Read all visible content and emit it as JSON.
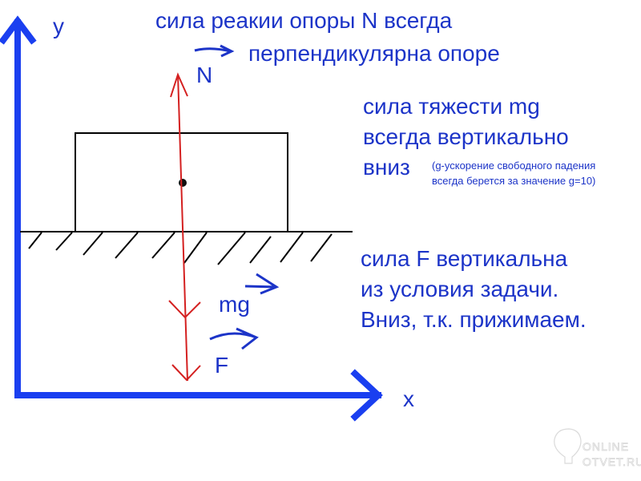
{
  "axes": {
    "y_label": "y",
    "x_label": "x"
  },
  "labels": {
    "N": "N",
    "mg": "mg",
    "F": "F"
  },
  "notes": {
    "normal_line1": "сила реакии опоры N всегда",
    "normal_line2": "перпендикулярна опоре",
    "gravity_line1": "сила тяжести mg",
    "gravity_line2": "всегда вертикально",
    "gravity_line3": "вниз",
    "gravity_note1": "(g-ускорение свободного падения",
    "gravity_note2": "всегда берется за значение g=10)",
    "force_line1": "сила F вертикальна",
    "force_line2": "из условия задачи.",
    "force_line3": "Вниз, т.к. прижимаем."
  },
  "watermark": {
    "line1": "ONLINE",
    "line2": "OTVET.RU"
  },
  "colors": {
    "axis": "#1a3ff0",
    "text": "#1c34c8",
    "force": "#d42020",
    "body": "#000000"
  }
}
